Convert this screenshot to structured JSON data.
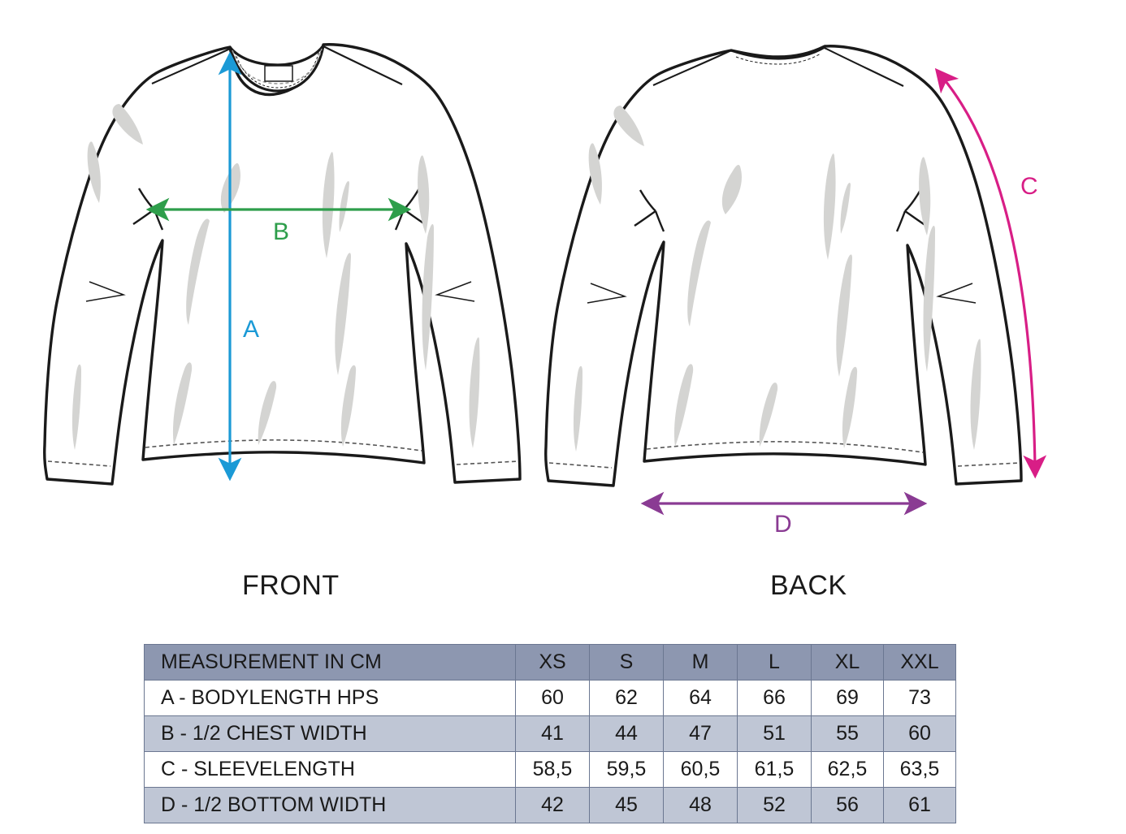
{
  "views": {
    "front": {
      "label": "FRONT"
    },
    "back": {
      "label": "BACK"
    }
  },
  "measurement_markers": [
    {
      "id": "A",
      "label": "A",
      "color": "#1b9ad6",
      "view": "front",
      "orientation": "vertical",
      "describes": "bodylength-hps"
    },
    {
      "id": "B",
      "label": "B",
      "color": "#2e9e4b",
      "view": "front",
      "orientation": "horizontal",
      "describes": "half-chest-width"
    },
    {
      "id": "C",
      "label": "C",
      "color": "#d81e86",
      "view": "back",
      "orientation": "curved",
      "describes": "sleevelength"
    },
    {
      "id": "D",
      "label": "D",
      "color": "#8a3b93",
      "view": "back",
      "orientation": "horizontal",
      "describes": "half-bottom-width"
    }
  ],
  "size_table": {
    "header": {
      "measurement_label": "MEASUREMENT IN CM",
      "sizes": [
        "XS",
        "S",
        "M",
        "L",
        "XL",
        "XXL"
      ]
    },
    "rows": [
      {
        "label": "A - BODYLENGTH HPS",
        "values": [
          "60",
          "62",
          "64",
          "66",
          "69",
          "73"
        ]
      },
      {
        "label": "B - 1/2 CHEST WIDTH",
        "values": [
          "41",
          "44",
          "47",
          "51",
          "55",
          "60"
        ]
      },
      {
        "label": "C - SLEEVELENGTH",
        "values": [
          "58,5",
          "59,5",
          "60,5",
          "61,5",
          "62,5",
          "63,5"
        ]
      },
      {
        "label": "D - 1/2 BOTTOM WIDTH",
        "values": [
          "42",
          "45",
          "48",
          "52",
          "56",
          "61"
        ]
      }
    ]
  },
  "colors": {
    "header_bg": "#8d97b0",
    "row_alt_bg": "#bfc6d5",
    "row_bg": "#ffffff",
    "grid": "#6b7791",
    "text": "#1a1a1a",
    "garment_outline": "#1a1a1a",
    "garment_shading": "#d3d3d1"
  }
}
